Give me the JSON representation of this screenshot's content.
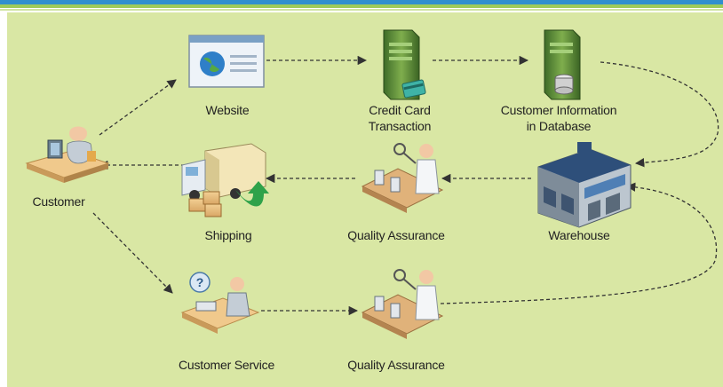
{
  "nodes": {
    "customer": "Customer",
    "website": "Website",
    "credit_card": [
      "Credit Card",
      "Transaction"
    ],
    "customer_db": [
      "Customer Information",
      "in Database"
    ],
    "warehouse": "Warehouse",
    "qa_top": "Quality Assurance",
    "shipping": "Shipping",
    "customer_service": "Customer Service",
    "qa_bottom": "Quality Assurance"
  },
  "colors": {
    "background": "#d9e7a4",
    "accent_blue": "#2f8fcf",
    "accent_green": "#9dcb5a",
    "connector": "#333333"
  },
  "icons": {
    "customer": "person-at-desk-icon",
    "website": "browser-globe-icon",
    "credit_card": "server-credit-card-icon",
    "customer_db": "server-database-icon",
    "warehouse": "warehouse-building-icon",
    "qa_top": "inspector-conveyor-icon",
    "shipping": "delivery-truck-boxes-icon",
    "customer_service": "support-agent-question-icon",
    "qa_bottom": "inspector-conveyor-icon"
  }
}
